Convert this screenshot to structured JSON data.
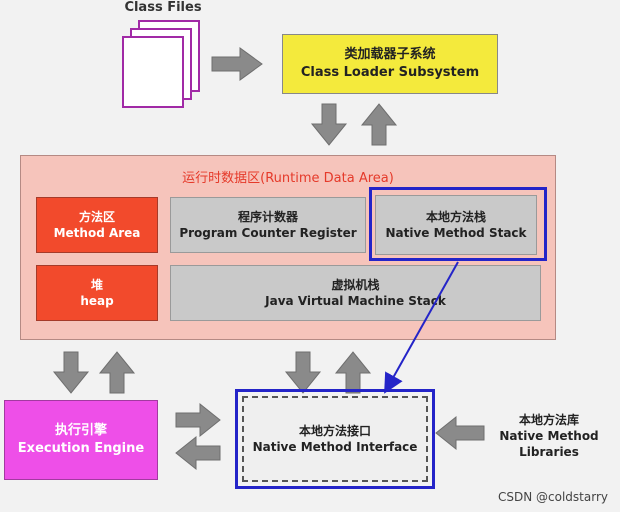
{
  "class_files": {
    "label": "Class Files"
  },
  "class_loader": {
    "zh": "类加载器子系统",
    "en": "Class Loader Subsystem"
  },
  "runtime_data_area": {
    "title": "运行时数据区(Runtime Data Area)",
    "method_area": {
      "zh": "方法区",
      "en": "Method Area"
    },
    "program_counter": {
      "zh": "程序计数器",
      "en": "Program Counter Register"
    },
    "native_method_stack": {
      "zh": "本地方法栈",
      "en": "Native Method Stack"
    },
    "heap": {
      "zh": "堆",
      "en": "heap"
    },
    "jvm_stack": {
      "zh": "虚拟机栈",
      "en": "Java Virtual Machine Stack"
    }
  },
  "execution_engine": {
    "zh": "执行引擎",
    "en": "Execution Engine"
  },
  "native_method_interface": {
    "zh": "本地方法接口",
    "en": "Native Method Interface"
  },
  "native_method_libraries": {
    "zh": "本地方法库",
    "en_line1": "Native Method",
    "en_line2": "Libraries"
  },
  "watermark": "CSDN @coldstarry",
  "colors": {
    "loader_yellow": "#f4ea3c",
    "runtime_pink": "#f6c4bb",
    "red_box": "#f24a2c",
    "grey_box": "#c9c9c9",
    "engine_magenta": "#ee4fe8",
    "highlight_blue": "#2424c8",
    "file_purple": "#a12aa6"
  }
}
